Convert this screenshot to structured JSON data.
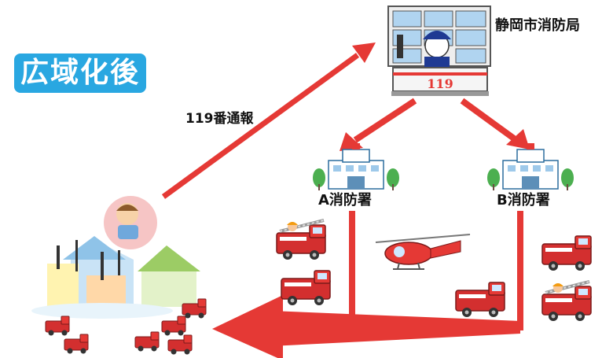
{
  "badge": {
    "text": "広域化後",
    "color": "#29a7e1"
  },
  "call_label": "119番通報",
  "hq": {
    "name": "静岡市消防局",
    "sign": "119"
  },
  "stations": [
    {
      "name": "A消防署"
    },
    {
      "name": "B消防署"
    }
  ],
  "colors": {
    "arrow": "#e53935",
    "truck": "#d32f2f",
    "building": "#ffffff",
    "tree": "#4caf50"
  }
}
